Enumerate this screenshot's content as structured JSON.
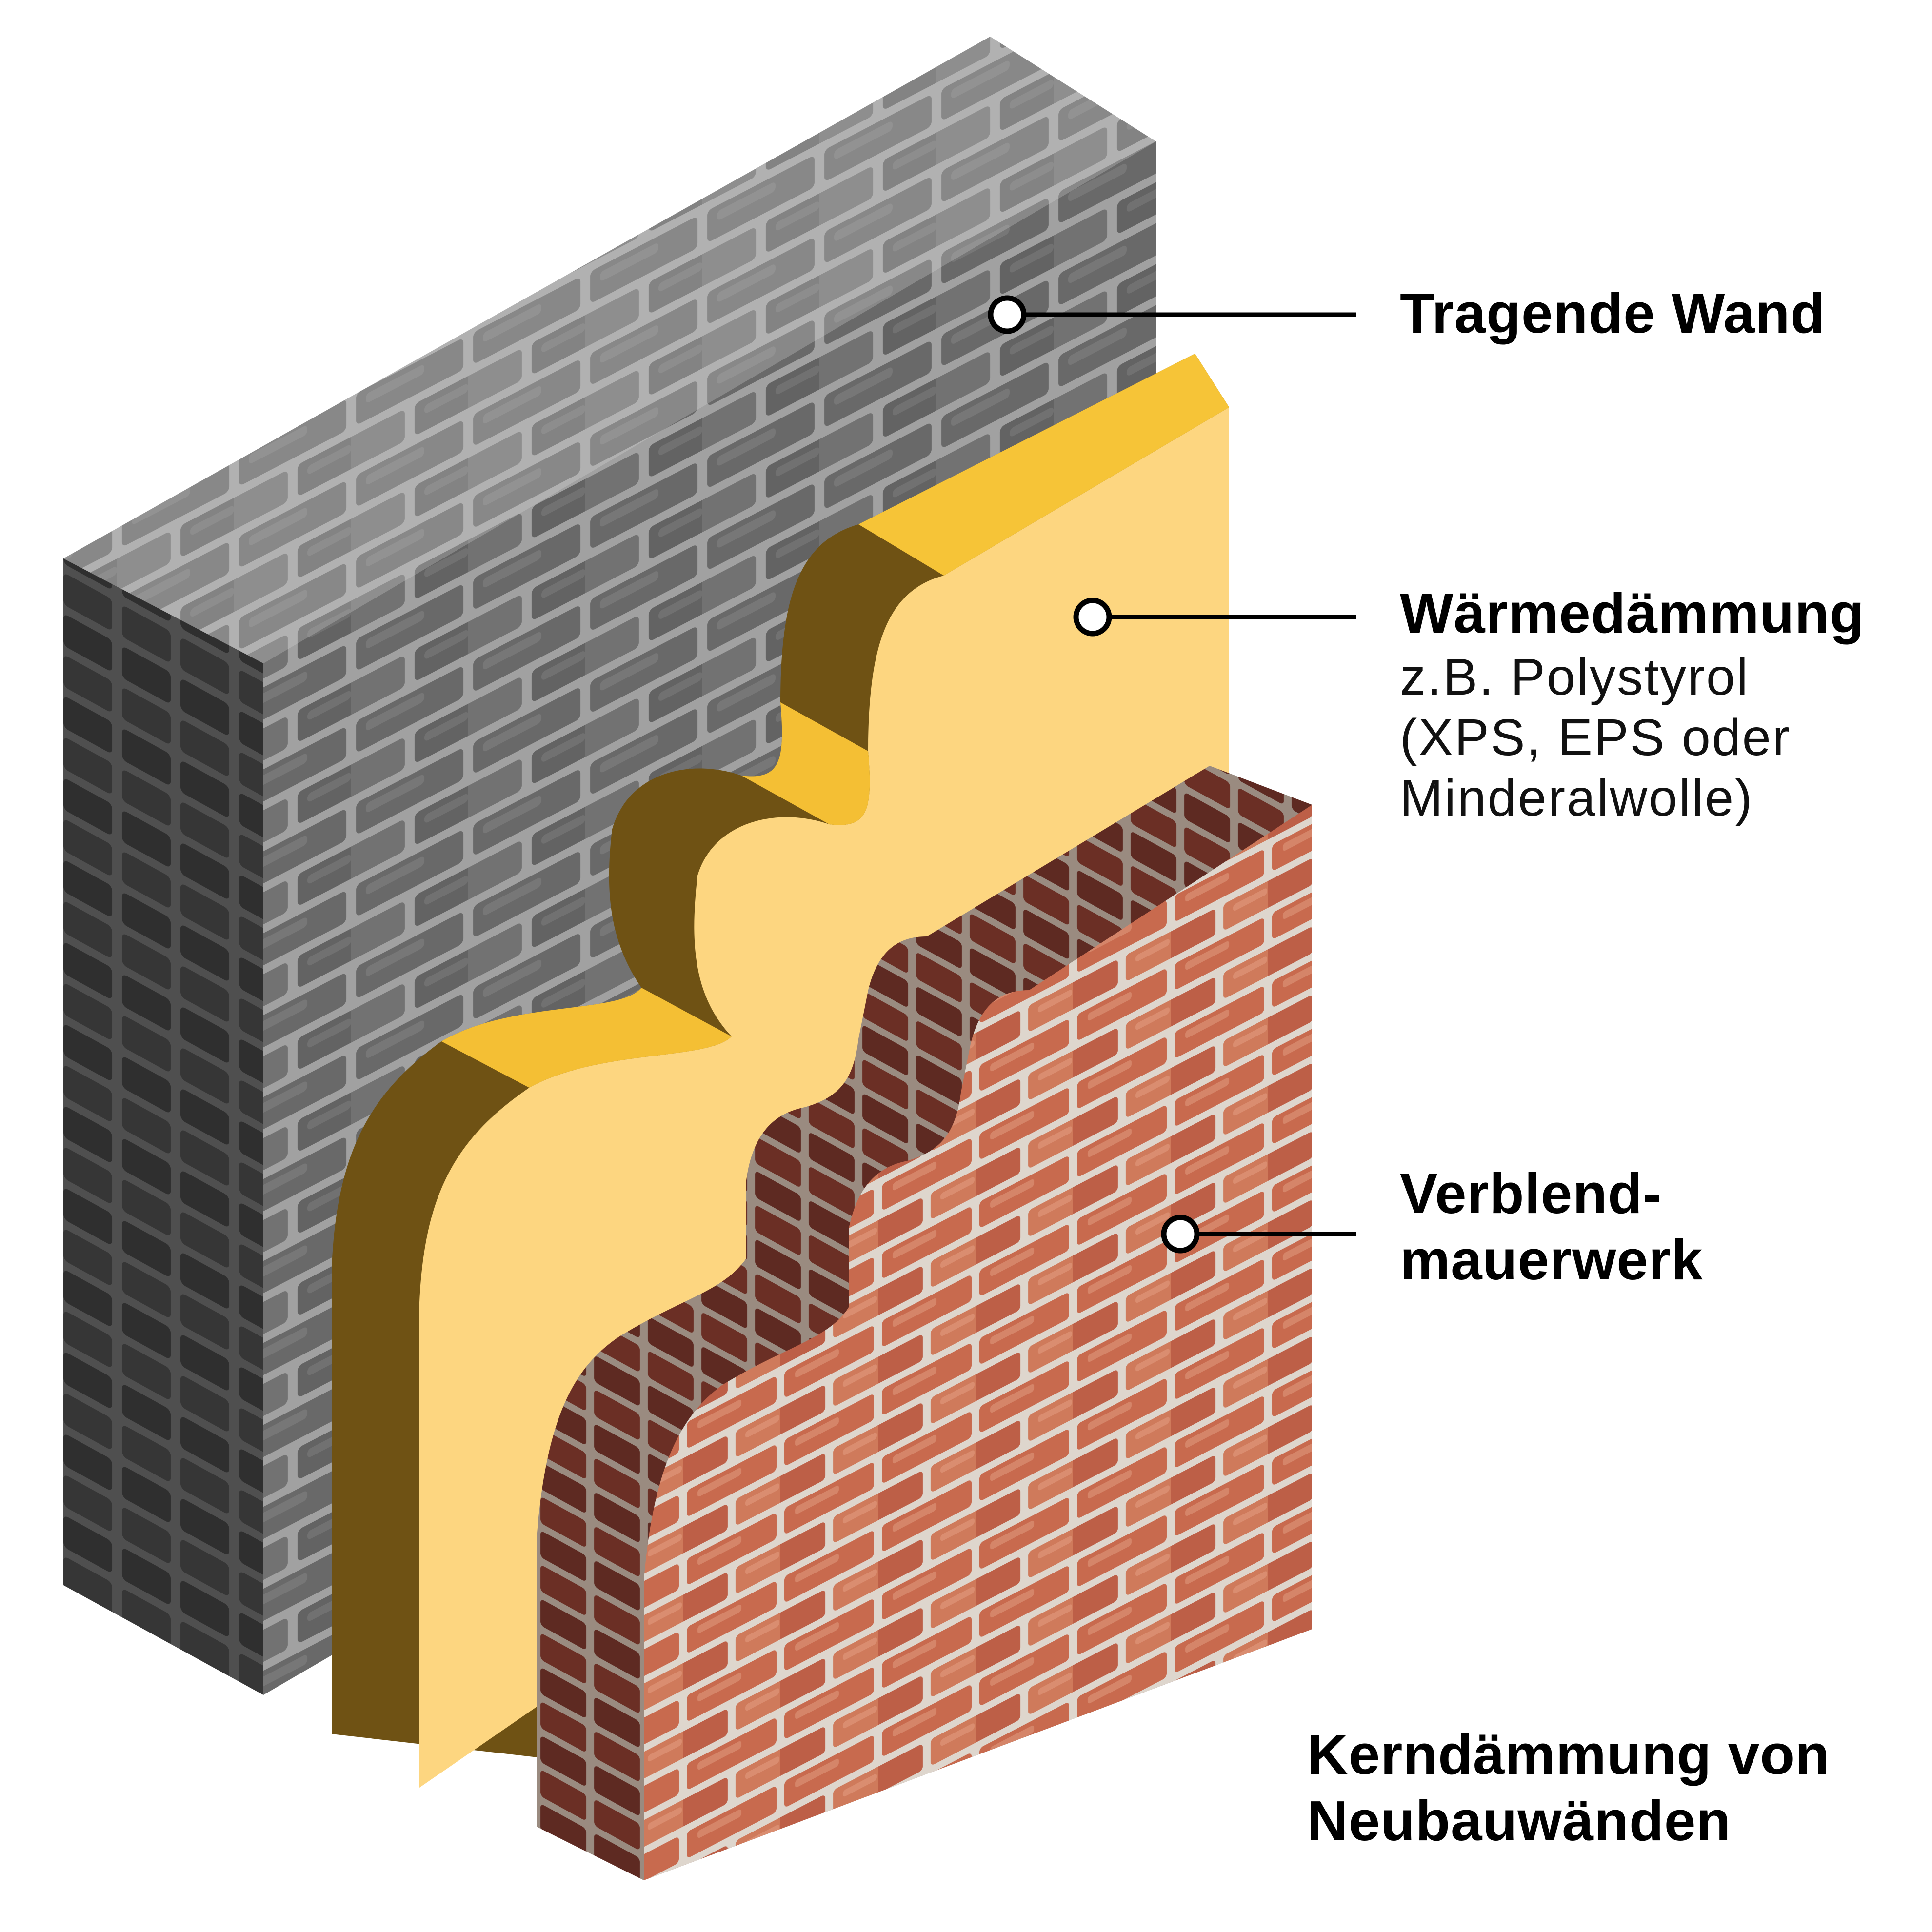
{
  "labels": {
    "load_bearing_wall": "Tragende Wand",
    "insulation": {
      "title": "Wärmedämmung",
      "detail_line_1": "z.B. Polystyrol",
      "detail_line_2": "(XPS, EPS oder",
      "detail_line_3": "Minderalwolle)"
    },
    "facing_masonry": {
      "line_1": "Verblend-",
      "line_2": "mauerwerk"
    }
  },
  "caption": {
    "line_1": "Kerndämmung von",
    "line_2": "Neubauwänden"
  },
  "colors": {
    "inner_wall": "#7d7d7d",
    "insulation_face": "#fdd680",
    "insulation_side": "#705214",
    "facing_brick": "#c46a4e",
    "mortar": "#d7cfc6",
    "text": "#000000"
  }
}
